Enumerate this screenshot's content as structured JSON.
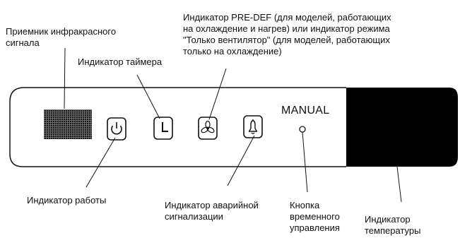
{
  "labels": {
    "ir_receiver": [
      "Приемник инфракрасного",
      "сигнала"
    ],
    "timer_indicator": "Индикатор таймера",
    "predef_indicator": [
      "Индикатор PRE-DEF (для моделей, работающих",
      "на охлаждение и нагрев) или индикатор режима",
      "\"Только вентилятор\" (для моделей, работающих",
      "только на охлаждение)"
    ],
    "operation_indicator": "Индикатор работы",
    "alarm_indicator": [
      "Индикатор аварийной",
      "сигнализации"
    ],
    "temp_control_button": [
      "Кнопка",
      "временного",
      "управления"
    ],
    "temperature_indicator": [
      "Индикатор",
      "температуры"
    ],
    "panel_text": "MANUAL"
  },
  "icons": [
    "ir-grid-icon",
    "power-icon",
    "clock-icon",
    "fan-icon",
    "bell-icon",
    "button-dot-icon"
  ],
  "colors": {
    "line": "#111111",
    "display": "#000000",
    "background": "#ffffff"
  }
}
